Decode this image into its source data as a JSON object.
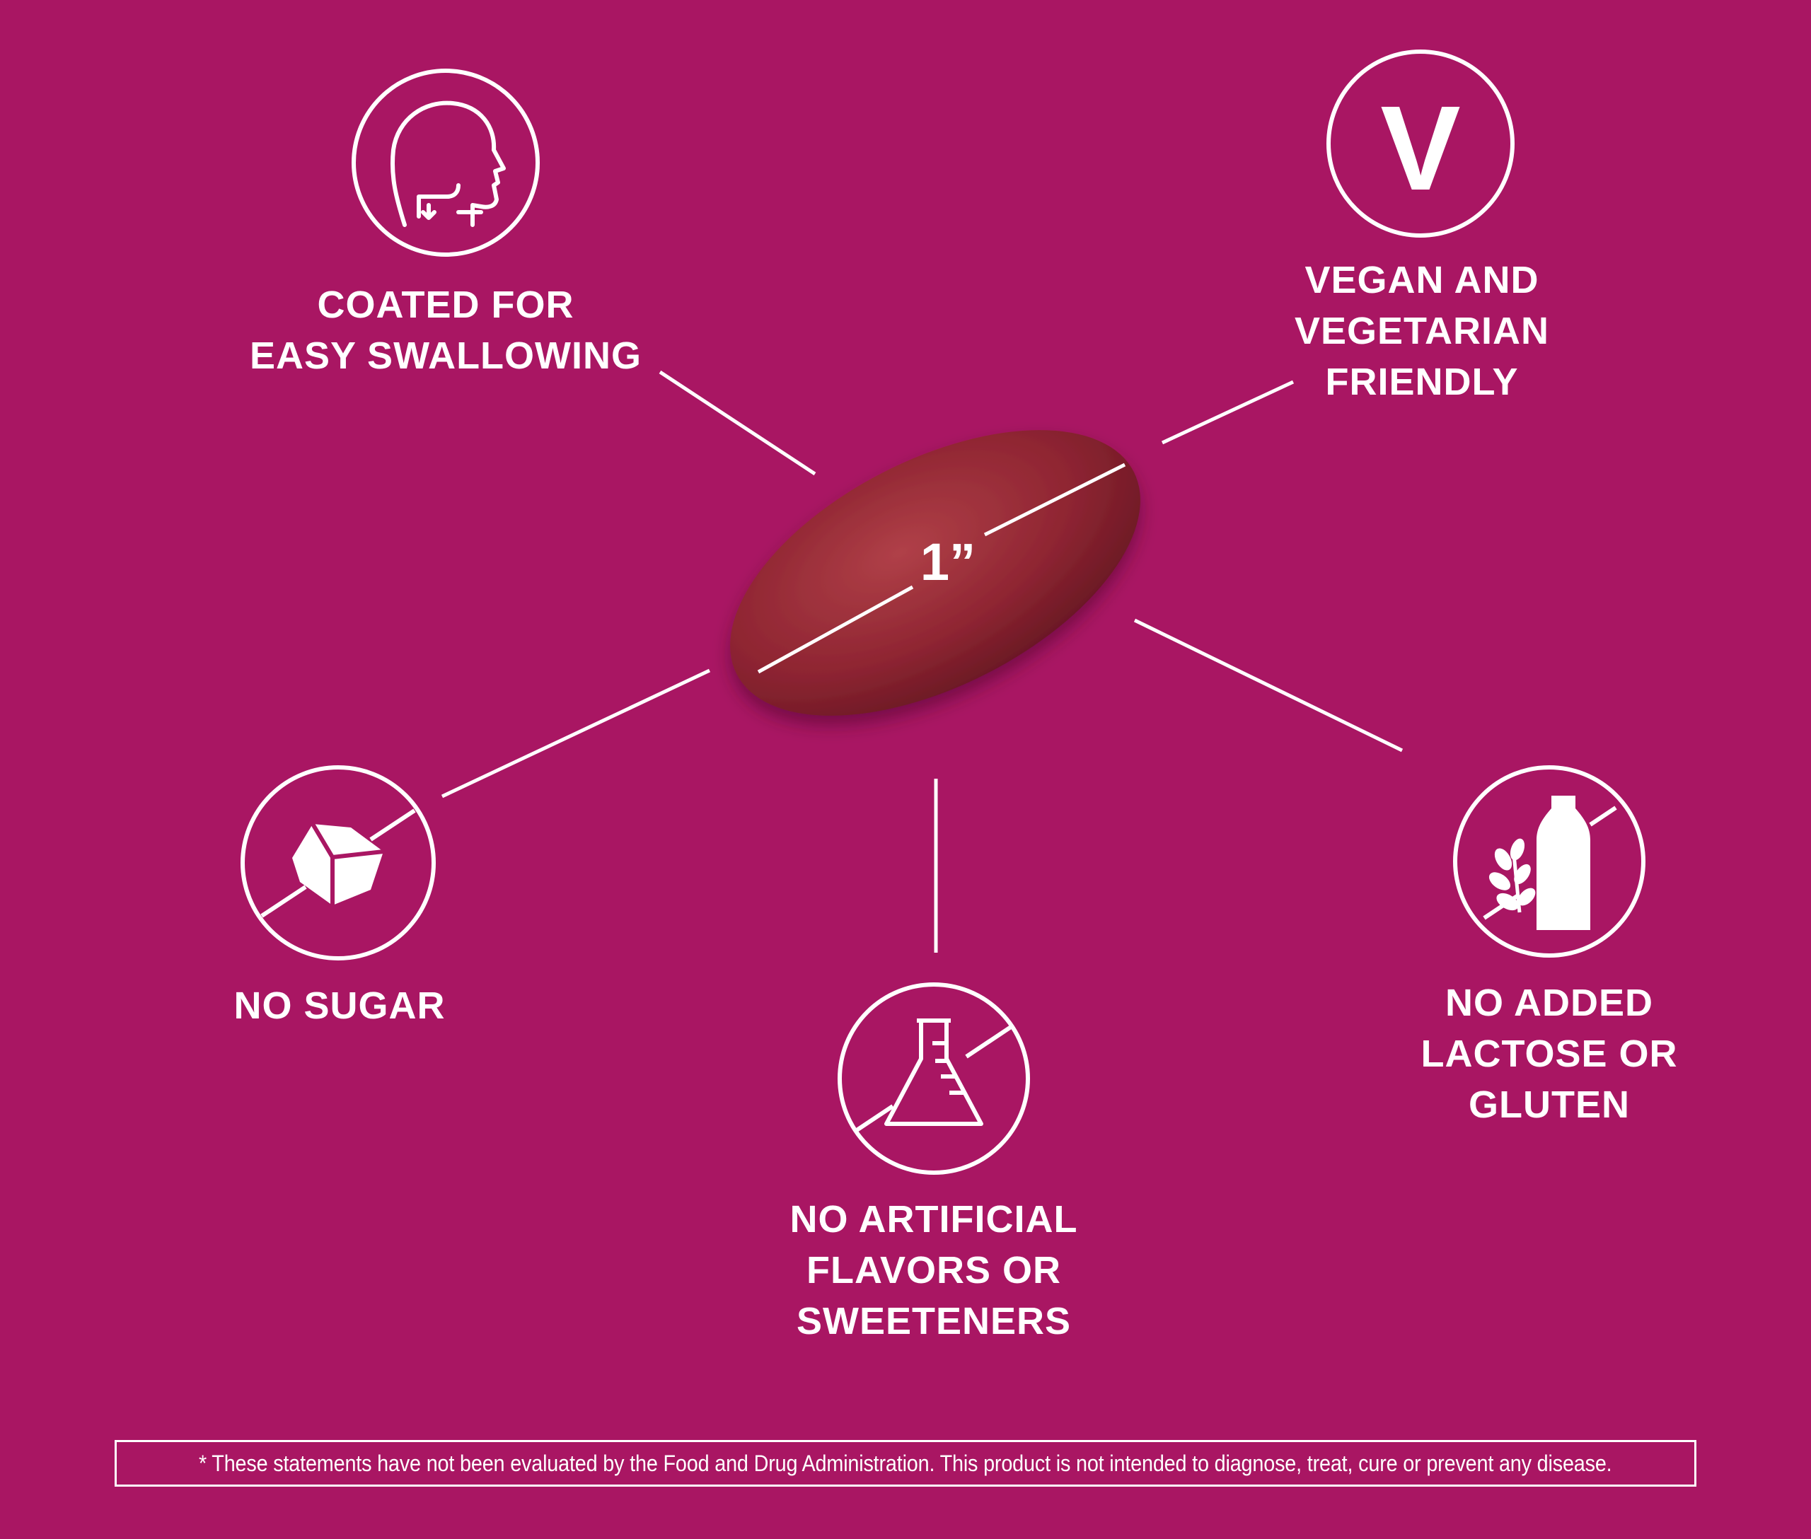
{
  "features": [
    {
      "id": "swallow",
      "icon": "head-swallow-icon",
      "lines": [
        "COATED FOR",
        "EASY SWALLOWING"
      ]
    },
    {
      "id": "vegan",
      "icon": "vegan-v-icon",
      "lines": [
        "VEGAN AND",
        "VEGETARIAN",
        "FRIENDLY"
      ]
    },
    {
      "id": "sugar",
      "icon": "no-sugar-cube-icon",
      "lines": [
        "NO SUGAR"
      ]
    },
    {
      "id": "artificial",
      "icon": "no-flask-icon",
      "lines": [
        "NO ARTIFICIAL",
        "FLAVORS OR",
        "SWEETENERS"
      ]
    },
    {
      "id": "lactose",
      "icon": "no-milk-gluten-icon",
      "lines": [
        "NO ADDED",
        "LACTOSE OR",
        "GLUTEN"
      ]
    }
  ],
  "icon_v_letter": "V",
  "pill": {
    "size_label": "1”",
    "color": "#8f2532"
  },
  "colors": {
    "background": "#a91663",
    "foreground": "#ffffff"
  },
  "disclaimer": "* These statements have not been evaluated by the Food and Drug Administration. This product is not intended to diagnose, treat, cure or prevent any disease."
}
